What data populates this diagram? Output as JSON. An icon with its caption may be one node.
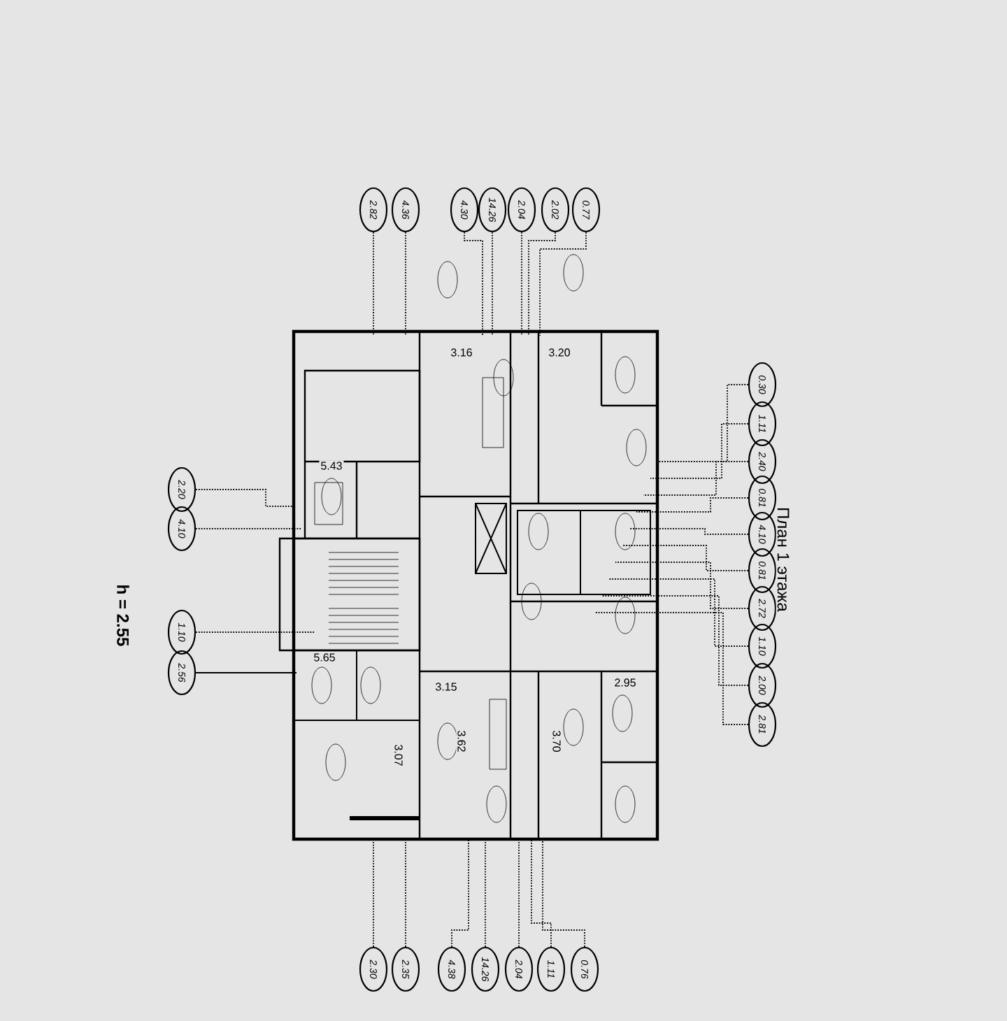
{
  "diagram": {
    "nodes": [
      {
        "text": [
          "2.82"
        ]
      },
      {
        "text": [
          "4.36"
        ]
      },
      {
        "text": [
          "4.30"
        ]
      },
      {
        "text": [
          "14.26"
        ]
      },
      {
        "text": [
          "2.04"
        ]
      },
      {
        "text": [
          "2.02"
        ]
      },
      {
        "text": [
          "0.77"
        ]
      },
      {
        "text": [
          "0.30"
        ]
      },
      {
        "text": [
          "1.11"
        ]
      },
      {
        "text": [
          "2.40"
        ]
      },
      {
        "text": [
          "0.81"
        ]
      },
      {
        "text": [
          "4.10"
        ]
      },
      {
        "text": [
          "0.81"
        ]
      },
      {
        "text": [
          "2.72"
        ]
      },
      {
        "text": [
          "1.10"
        ]
      },
      {
        "text": [
          "2.00"
        ]
      },
      {
        "text": [
          "2.81"
        ]
      },
      {
        "text": [
          "2.20"
        ]
      },
      {
        "text": [
          "4.10"
        ]
      },
      {
        "text": [
          "1.10"
        ]
      },
      {
        "text": [
          "2.56"
        ]
      },
      {
        "text": [
          "2.30"
        ]
      },
      {
        "text": [
          "2.35"
        ]
      },
      {
        "text": [
          "4.38"
        ]
      },
      {
        "text": [
          "14.26"
        ]
      },
      {
        "text": [
          "2.04"
        ]
      },
      {
        "text": [
          "1.11"
        ]
      },
      {
        "text": [
          "0.76"
        ]
      }
    ],
    "edges": [
      {
        "from": 0,
        "to": null,
        "arrow": "none",
        "style": "dashed"
      },
      {
        "from": 1,
        "to": null,
        "arrow": "none",
        "style": "dashed"
      },
      {
        "from": 2,
        "to": null,
        "arrow": "none",
        "style": "dashed"
      },
      {
        "from": 3,
        "to": null,
        "arrow": "none",
        "style": "dashed"
      },
      {
        "from": 4,
        "to": null,
        "arrow": "none",
        "style": "dashed"
      },
      {
        "from": 5,
        "to": null,
        "arrow": "none",
        "style": "dashed"
      },
      {
        "from": 6,
        "to": null,
        "arrow": "none",
        "style": "dashed"
      },
      {
        "from": 7,
        "to": null,
        "arrow": "none",
        "style": "dashed"
      },
      {
        "from": 8,
        "to": null,
        "arrow": "none",
        "style": "dashed"
      },
      {
        "from": 9,
        "to": null,
        "arrow": "none",
        "style": "dashed"
      },
      {
        "from": 10,
        "to": null,
        "arrow": "none",
        "style": "dashed"
      },
      {
        "from": 11,
        "to": null,
        "arrow": "none",
        "style": "dashed"
      },
      {
        "from": 12,
        "to": null,
        "arrow": "none",
        "style": "dashed"
      },
      {
        "from": 13,
        "to": null,
        "arrow": "none",
        "style": "dashed"
      },
      {
        "from": 14,
        "to": null,
        "arrow": "none",
        "style": "dashed"
      },
      {
        "from": 15,
        "to": null,
        "arrow": "none",
        "style": "dashed"
      },
      {
        "from": 16,
        "to": null,
        "arrow": "none",
        "style": "dashed"
      },
      {
        "from": 17,
        "to": null,
        "arrow": "none",
        "style": "dashed"
      },
      {
        "from": 18,
        "to": null,
        "arrow": "none",
        "style": "dashed"
      },
      {
        "from": 19,
        "to": null,
        "arrow": "none",
        "style": "dashed"
      },
      {
        "from": 20,
        "to": null,
        "arrow": "none"
      },
      {
        "from": 21,
        "to": null,
        "arrow": "none",
        "style": "dashed"
      },
      {
        "from": 22,
        "to": null,
        "arrow": "none",
        "style": "dashed"
      },
      {
        "from": 23,
        "to": null,
        "arrow": "none",
        "style": "dashed"
      },
      {
        "from": 24,
        "to": null,
        "arrow": "none",
        "style": "dashed"
      },
      {
        "from": 25,
        "to": null,
        "arrow": "none",
        "style": "dashed"
      },
      {
        "from": 26,
        "to": null,
        "arrow": "none",
        "style": "dashed"
      },
      {
        "from": 27,
        "to": null,
        "arrow": "none",
        "style": "dashed"
      }
    ],
    "labels": [
      "План 1 этажа",
      "h = 2.55",
      "3.16",
      "3.20",
      "5.43",
      "3.15",
      "2.95",
      "5.65",
      "3.62",
      "3.70",
      "3.07"
    ]
  }
}
